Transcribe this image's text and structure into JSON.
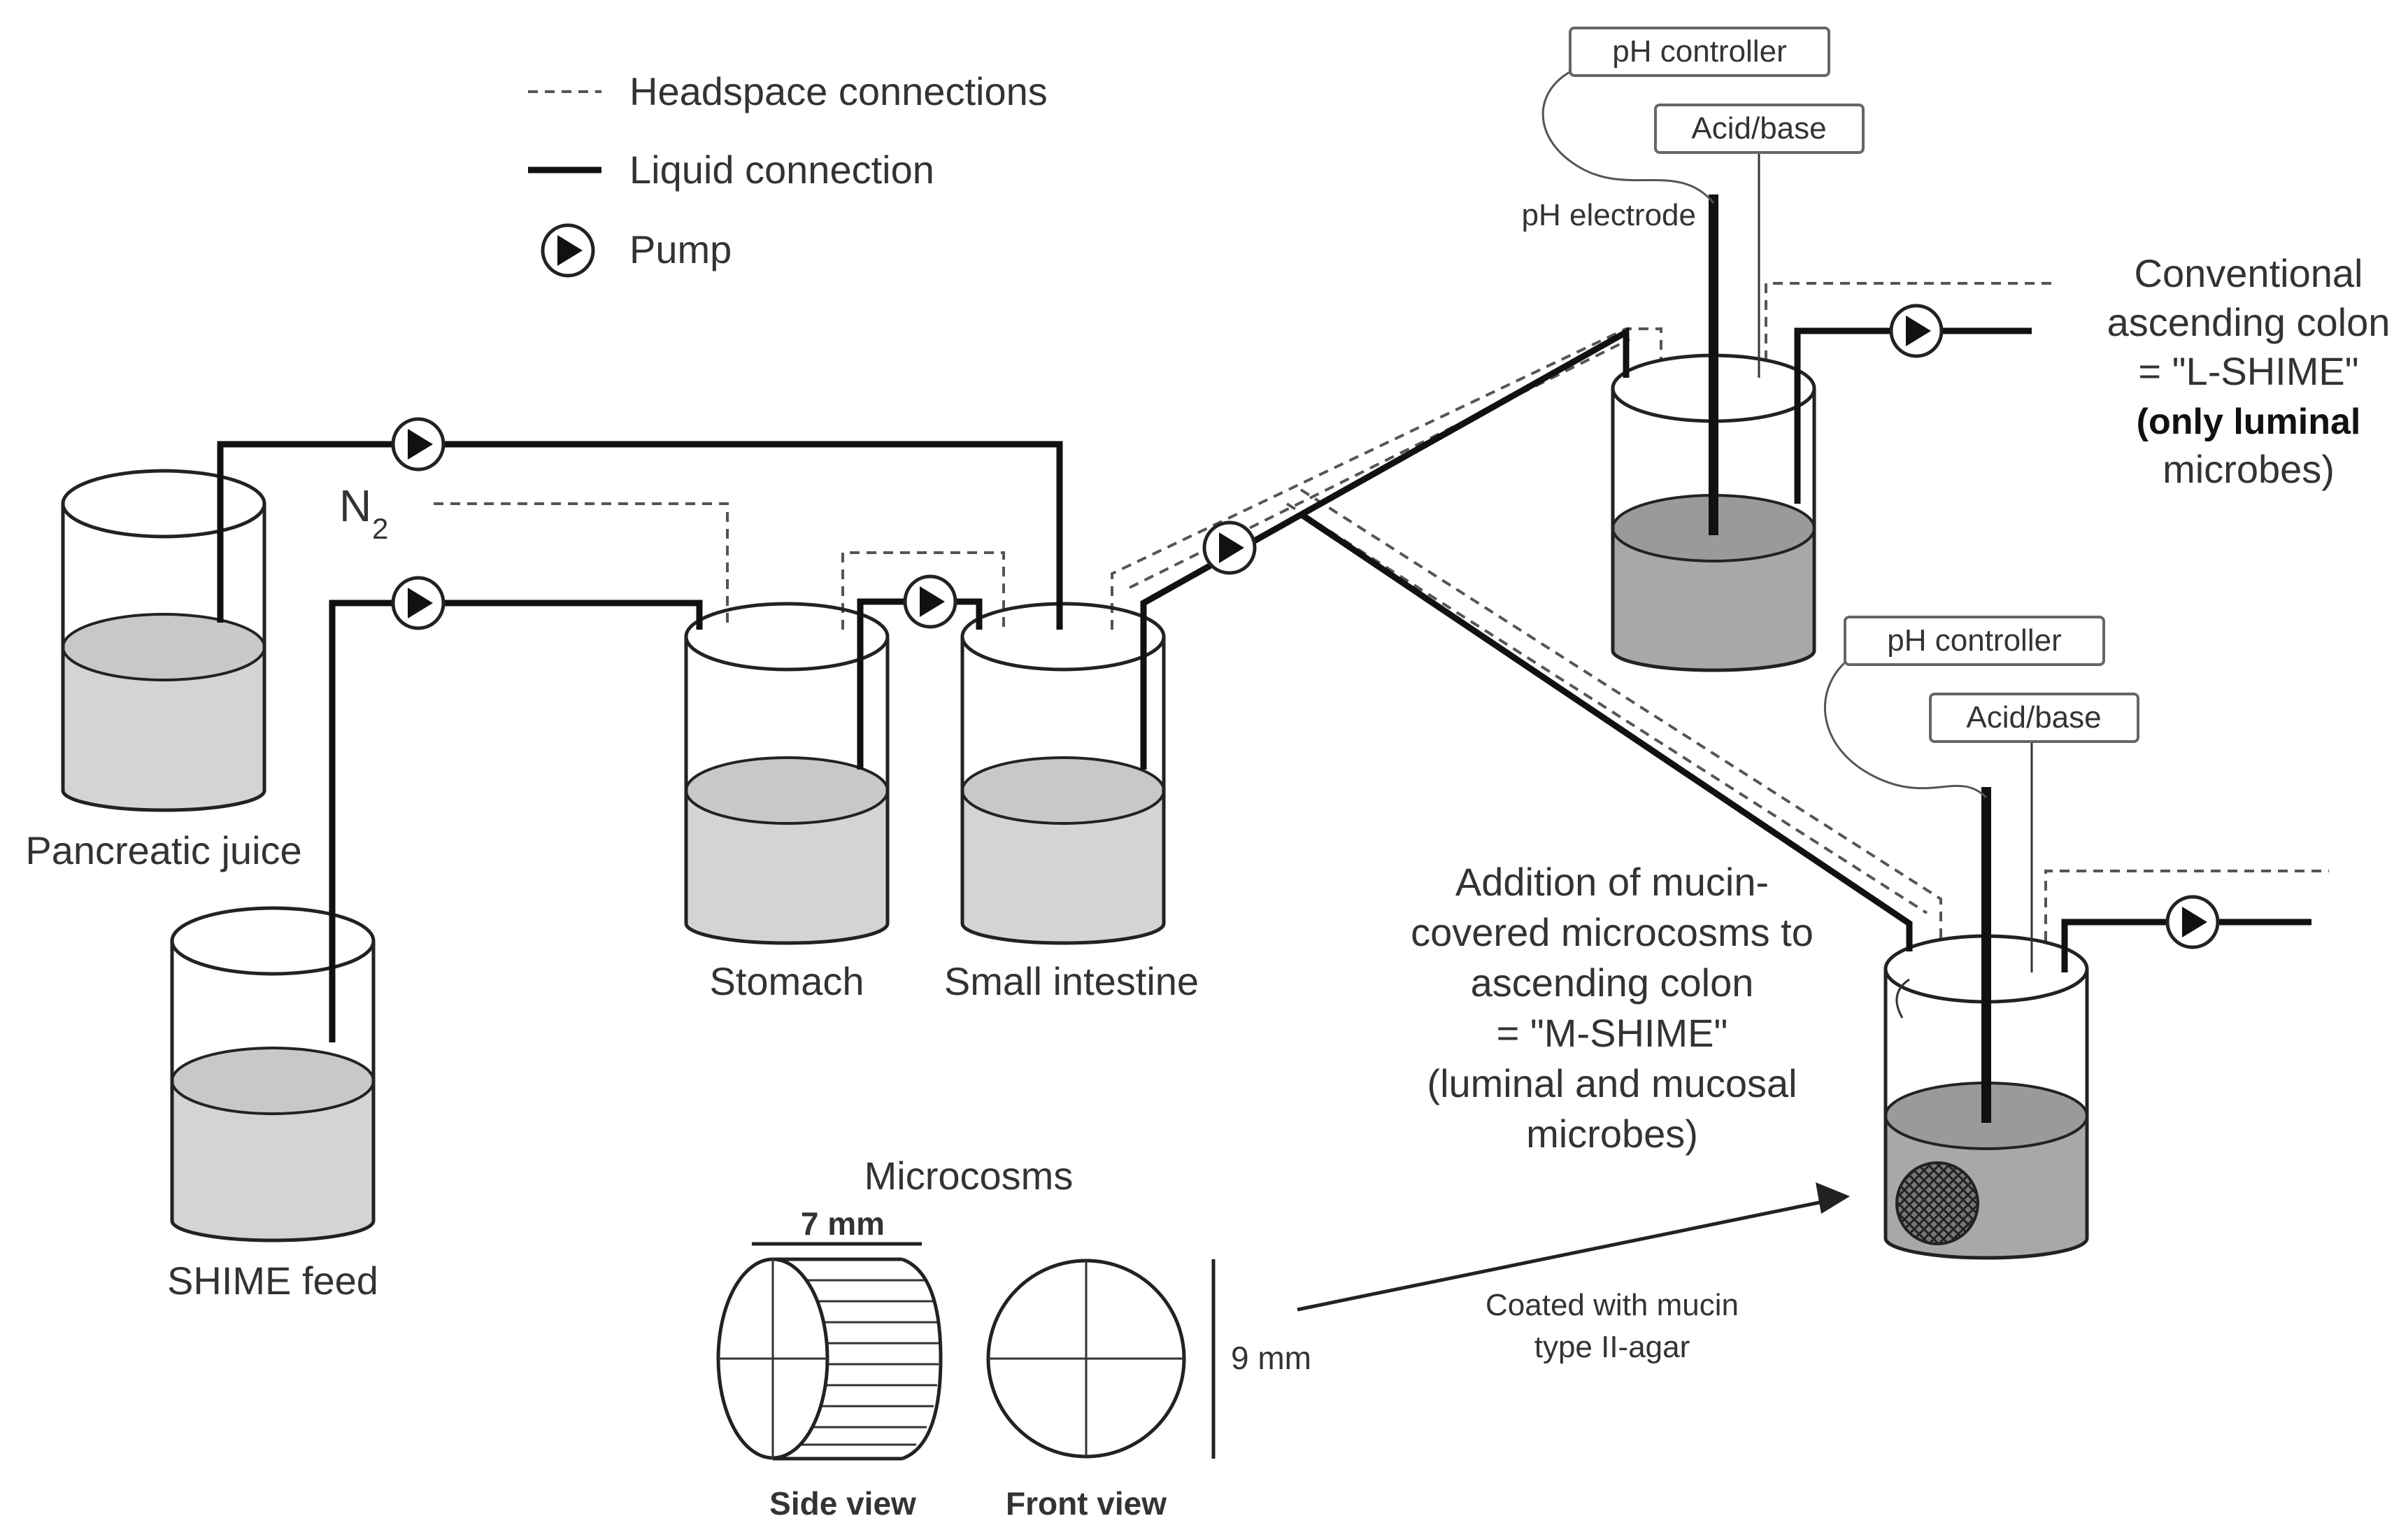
{
  "legend": {
    "headspace": "Headspace connections",
    "liquid": "Liquid connection",
    "pump": "Pump"
  },
  "vessels": {
    "pancreatic": "Pancreatic juice",
    "feed": "SHIME feed",
    "stomach": "Stomach",
    "small_intestine": "Small intestine"
  },
  "gas": {
    "n": "N",
    "sub": "2"
  },
  "top_colon": {
    "ph_controller": "pH controller",
    "acid_base": "Acid/base",
    "ph_electrode": "pH electrode",
    "caption": [
      "Conventional",
      "ascending colon",
      "= \"L-SHIME\""
    ],
    "caption_bold": [
      "(only luminal"
    ],
    "caption_tail": [
      "microbes)"
    ]
  },
  "bottom_colon": {
    "ph_controller": "pH controller",
    "acid_base": "Acid/base",
    "caption": [
      "Addition of mucin-",
      "covered microcosms to",
      "ascending colon",
      "= \"M-SHIME\"",
      "(luminal and mucosal",
      "microbes)"
    ]
  },
  "microcosms": {
    "title": "Microcosms",
    "width": "7 mm",
    "height": "9 mm",
    "side_view": "Side view",
    "front_view": "Front view",
    "coating": [
      "Coated with mucin",
      "type II-agar"
    ]
  },
  "colors": {
    "fluid_light": "#d4d4d4",
    "fluid_dark": "#a8a8a8"
  }
}
